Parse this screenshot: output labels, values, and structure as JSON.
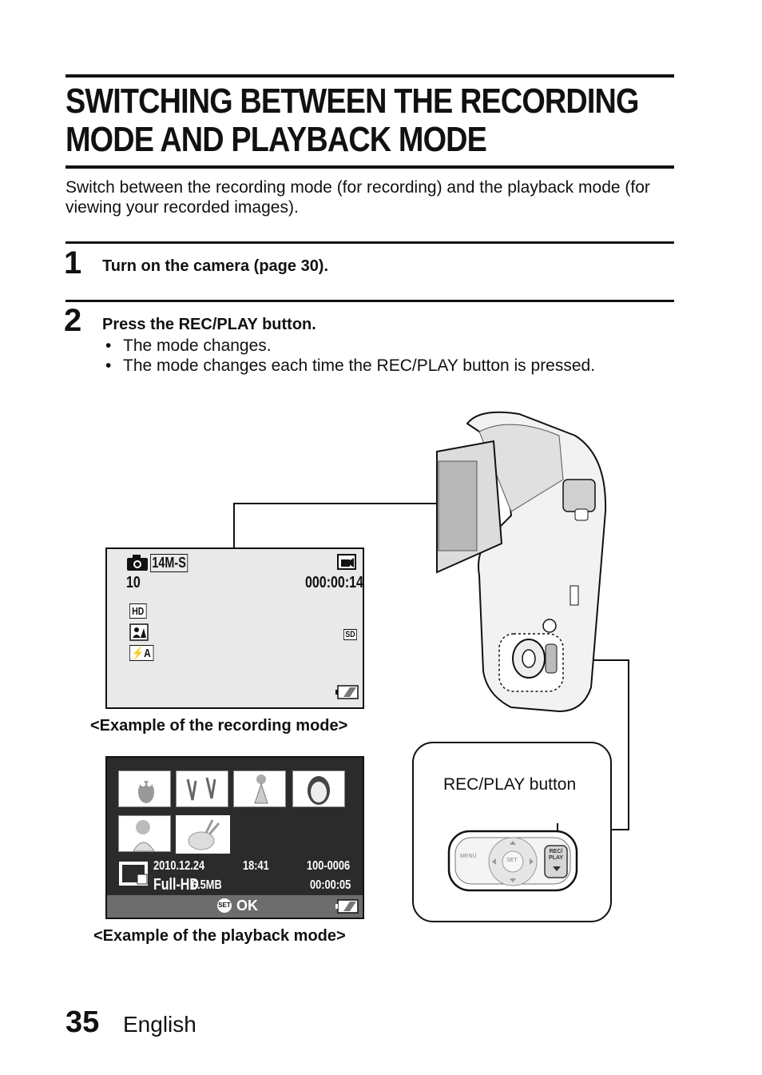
{
  "title_line1": "SWITCHING BETWEEN THE RECORDING",
  "title_line2": "MODE AND PLAYBACK MODE",
  "intro": "Switch between the recording mode (for recording) and the playback mode (for viewing your recorded images).",
  "steps": [
    {
      "number": "1",
      "heading": "Turn on the camera (page 30)."
    },
    {
      "number": "2",
      "heading": "Press the REC/PLAY button.",
      "bullets": [
        "The mode changes.",
        "The mode changes each time the REC/PLAY button is pressed."
      ]
    }
  ],
  "rec_screen": {
    "caption": "<Example of the recording mode>",
    "resolution": "14M-S",
    "shots": "10",
    "time": "000:00:14",
    "hd_label": "HD",
    "sd_label": "SD",
    "flash_label": "⚡A"
  },
  "play_screen": {
    "caption": "<Example of the playback mode>",
    "date": "2010.12.24",
    "clock": "18:41",
    "file_no": "100-0006",
    "format": "Full-HD",
    "size": "6.5MB",
    "duration": "00:00:05",
    "set_label": "SET",
    "ok_label": "OK"
  },
  "callout": {
    "label": "REC/PLAY button",
    "menu_label": "MENU",
    "set_label": "SET",
    "rec_play_label": "REC/ PLAY"
  },
  "footer": {
    "page_number": "35",
    "language": "English"
  }
}
